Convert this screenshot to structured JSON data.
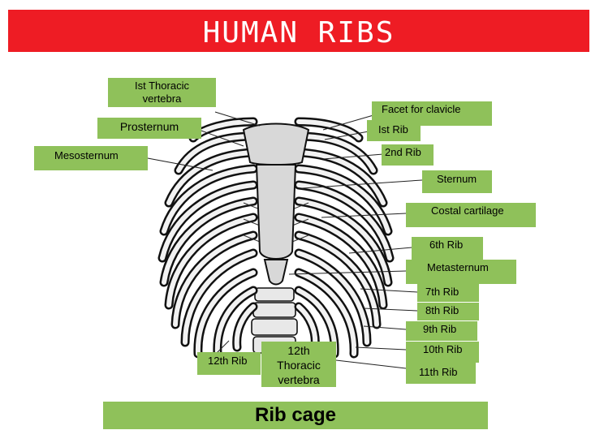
{
  "title": "HUMAN RIBS",
  "labels": {
    "thoracic1": "Ist Thoracic vertebra",
    "prosternum": "Prosternum",
    "mesosternum": "Mesosternum",
    "facet": "Facet for clavicle",
    "rib1": "Ist Rib",
    "rib2": "2nd Rib",
    "sternum": "Sternum",
    "costal": "Costal cartilage",
    "rib6": "6th Rib",
    "metasternum": "Metasternum",
    "rib7": "7th Rib",
    "rib8": "8th Rib",
    "rib9": "9th Rib",
    "rib10": "10th Rib",
    "rib11": "11th Rib",
    "rib12": "12th Rib",
    "thoracic12": "12th Thoracic vertebra"
  },
  "caption": "Rib cage",
  "colors": {
    "title_bar": "#ee1c24",
    "label_bg": "#8fc15a"
  }
}
